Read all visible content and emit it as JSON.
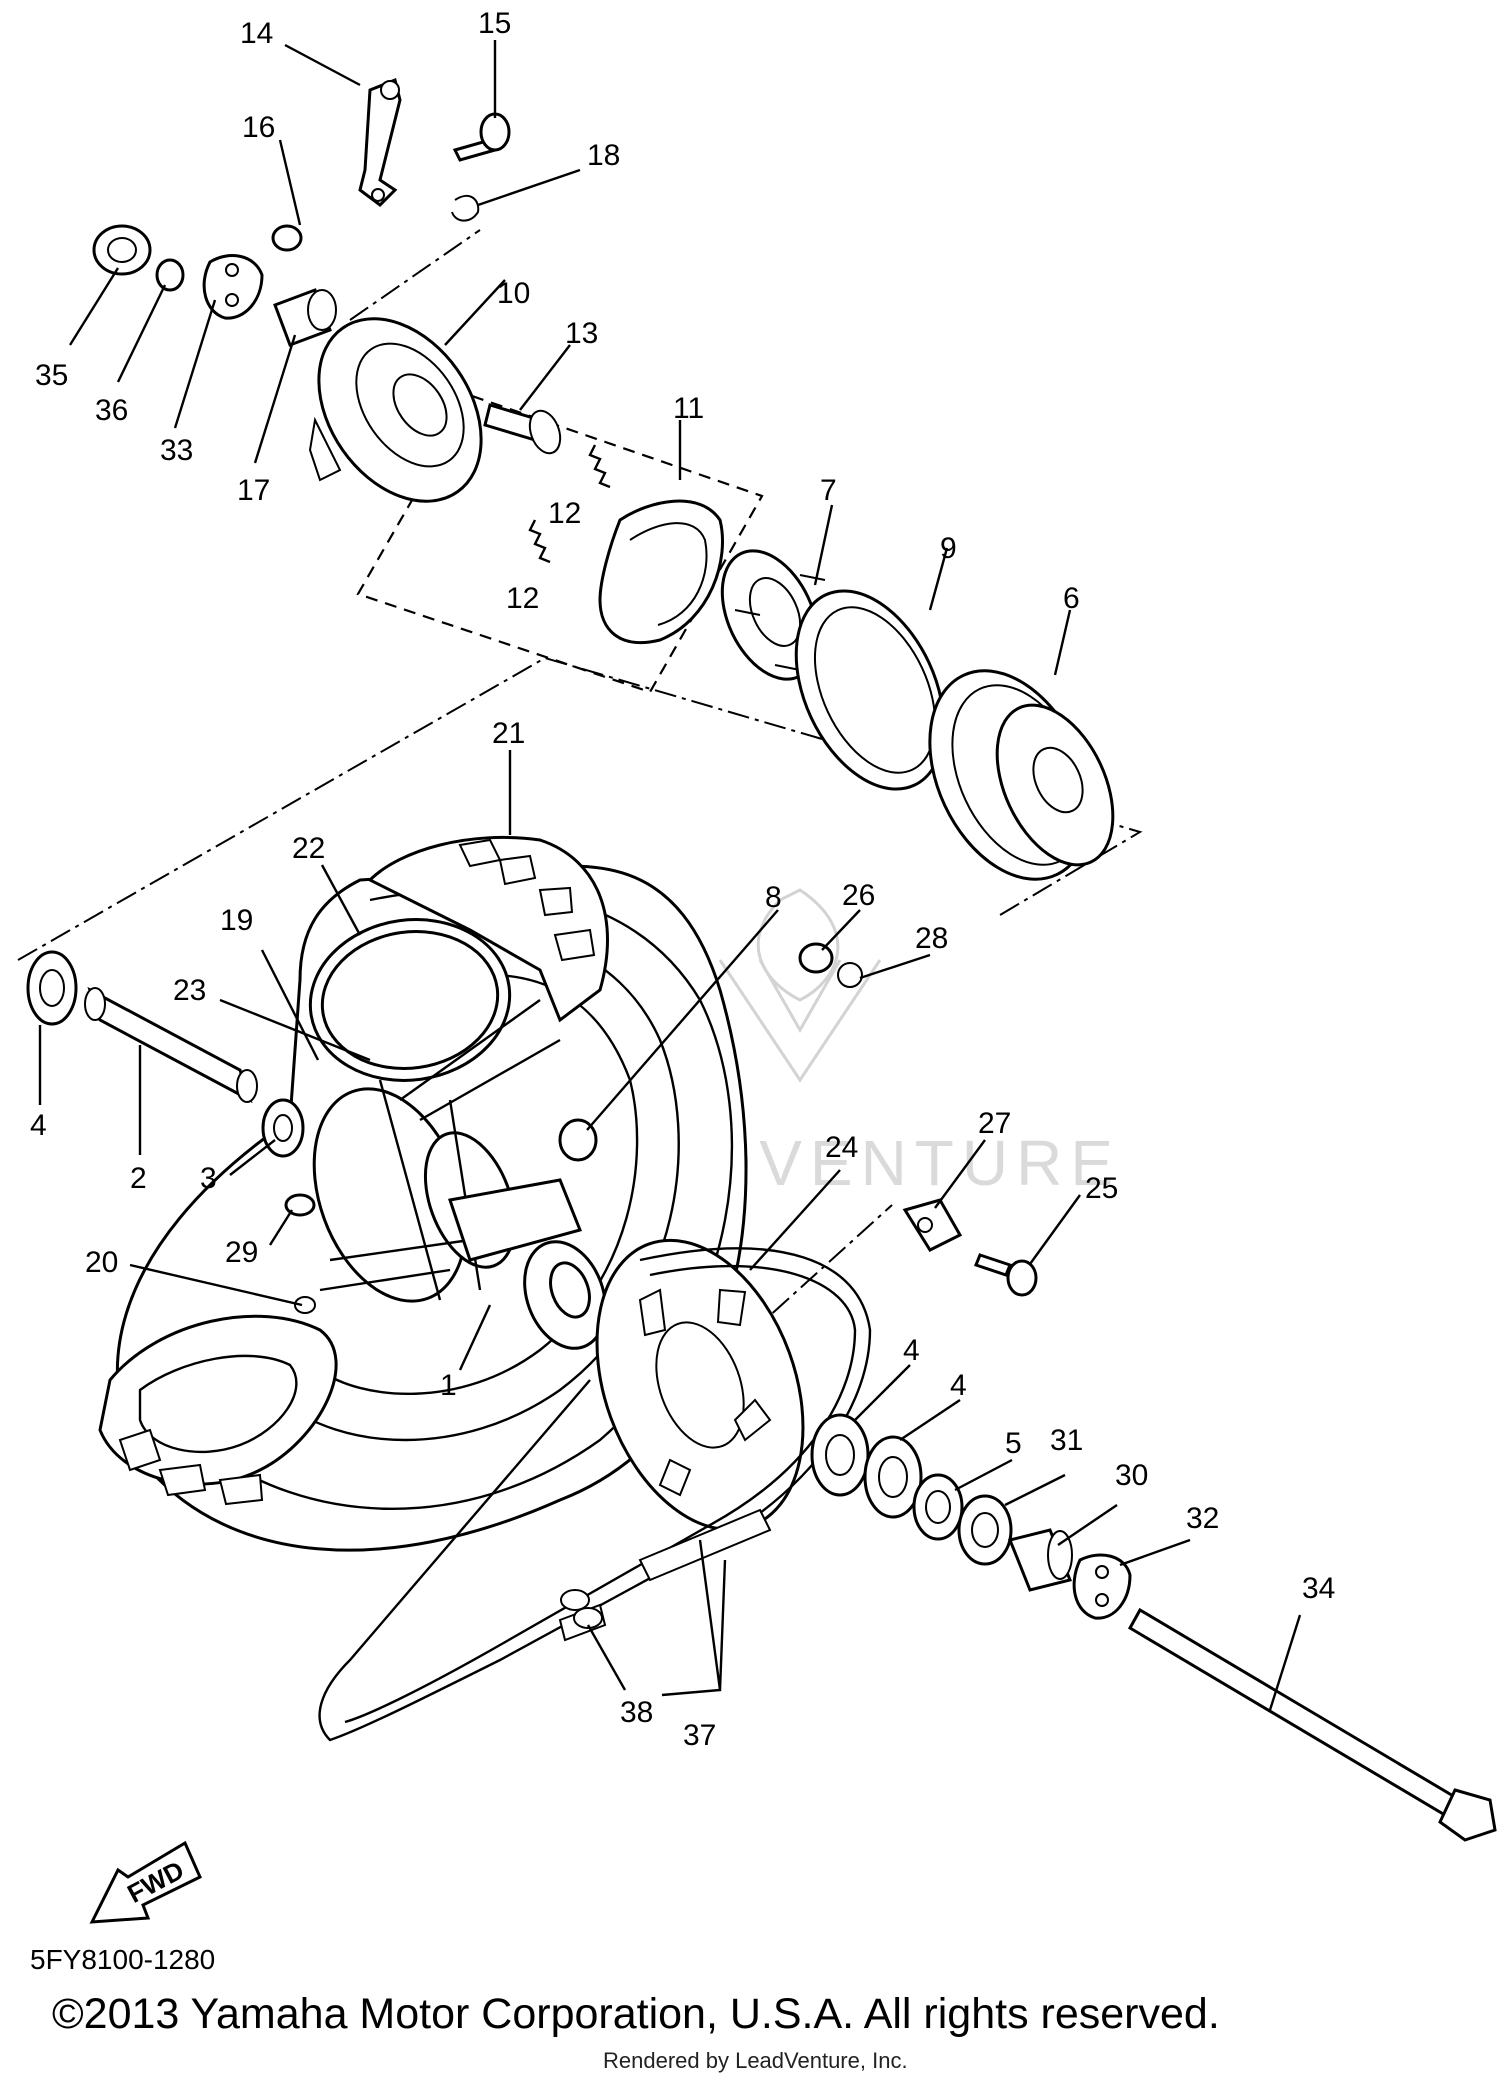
{
  "diagram": {
    "callouts": [
      {
        "id": "c14",
        "text": "14"
      },
      {
        "id": "c15",
        "text": "15"
      },
      {
        "id": "c16",
        "text": "16"
      },
      {
        "id": "c18",
        "text": "18"
      },
      {
        "id": "c35",
        "text": "35"
      },
      {
        "id": "c36",
        "text": "36"
      },
      {
        "id": "c33",
        "text": "33"
      },
      {
        "id": "c17",
        "text": "17"
      },
      {
        "id": "c10",
        "text": "10"
      },
      {
        "id": "c13",
        "text": "13"
      },
      {
        "id": "c11",
        "text": "11"
      },
      {
        "id": "c12a",
        "text": "12"
      },
      {
        "id": "c12b",
        "text": "12"
      },
      {
        "id": "c7",
        "text": "7"
      },
      {
        "id": "c9",
        "text": "9"
      },
      {
        "id": "c6",
        "text": "6"
      },
      {
        "id": "c21",
        "text": "21"
      },
      {
        "id": "c22",
        "text": "22"
      },
      {
        "id": "c19",
        "text": "19"
      },
      {
        "id": "c8",
        "text": "8"
      },
      {
        "id": "c26",
        "text": "26"
      },
      {
        "id": "c28",
        "text": "28"
      },
      {
        "id": "c23",
        "text": "23"
      },
      {
        "id": "c4a",
        "text": "4"
      },
      {
        "id": "c2",
        "text": "2"
      },
      {
        "id": "c3",
        "text": "3"
      },
      {
        "id": "c24",
        "text": "24"
      },
      {
        "id": "c27",
        "text": "27"
      },
      {
        "id": "c25",
        "text": "25"
      },
      {
        "id": "c29",
        "text": "29"
      },
      {
        "id": "c20",
        "text": "20"
      },
      {
        "id": "c1",
        "text": "1"
      },
      {
        "id": "c4b",
        "text": "4"
      },
      {
        "id": "c4c",
        "text": "4"
      },
      {
        "id": "c5",
        "text": "5"
      },
      {
        "id": "c31",
        "text": "31"
      },
      {
        "id": "c30",
        "text": "30"
      },
      {
        "id": "c32",
        "text": "32"
      },
      {
        "id": "c34",
        "text": "34"
      },
      {
        "id": "c38",
        "text": "38"
      },
      {
        "id": "c37",
        "text": "37"
      }
    ],
    "fwd_label": "FWD",
    "watermark_text": "LEADVENTURE"
  },
  "footer": {
    "part_number": "5FY8100-1280",
    "copyright": "©2013 Yamaha Motor Corporation, U.S.A. All rights reserved.",
    "rendered_by": "Rendered by LeadVenture, Inc."
  }
}
